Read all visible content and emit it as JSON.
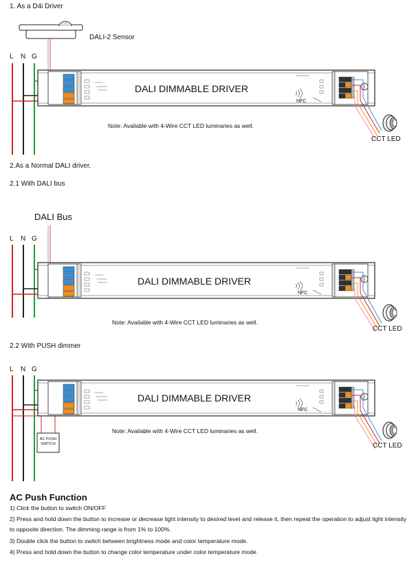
{
  "headings": {
    "d4i": "1. As a D4i Driver",
    "normal": "2.As a Normal DALI driver.",
    "with_bus": "2.1 With DALI bus",
    "with_push": "2.2 With PUSH dimmer"
  },
  "labels": {
    "sensor": "DALI-2 Sensor",
    "dali_bus": "DALI Bus",
    "l": "L",
    "n": "N",
    "g": "G",
    "driver_title": "DALI DIMMABLE DRIVER",
    "nfc": "NFC",
    "cct_led": "CCT LED",
    "push_switch": "AC PUSH SWITCH",
    "note": "Note: Available with 4-Wire CCT LED luminaries as well."
  },
  "ac_push": {
    "title": "AC Push Function",
    "items": [
      "1) Click the button to switch ON/OFF",
      "2) Press and hold down the button to increase or decrease light intensity to desired level and release it, then repeat the operation to adjust light intensity to opposite direction. The dimming range is from 1% to 100%.",
      "3) Double click the button to switch between brightness mode and color temperature mode.",
      "4) Press and hold down the button to change color temperature under color temperature mode."
    ]
  },
  "colors": {
    "live": "#d42020",
    "neutral": "#222222",
    "ground": "#1f9a3a",
    "terminal_blue": "#3b8fd6",
    "terminal_orange": "#f0901e"
  }
}
